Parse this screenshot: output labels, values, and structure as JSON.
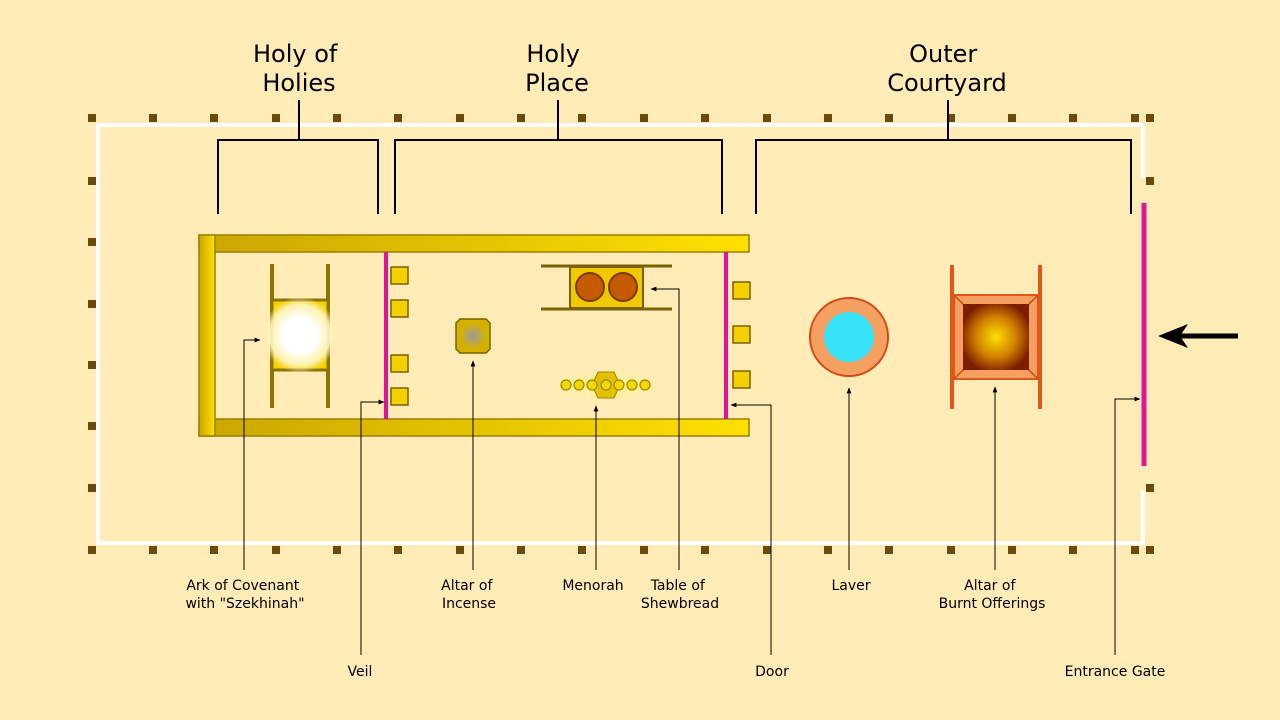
{
  "sections": {
    "holy_of_holies": [
      "Holy of",
      "Holies"
    ],
    "holy_place": [
      "Holy",
      "Place"
    ],
    "outer_courtyard": [
      "Outer",
      "Courtyard"
    ]
  },
  "labels": {
    "ark": [
      "Ark of Covenant",
      "with \"Szekhinah\""
    ],
    "veil": [
      "Veil"
    ],
    "incense_altar": [
      "Altar of",
      "Incense"
    ],
    "menorah": [
      "Menorah"
    ],
    "shewbread_table": [
      "Table of",
      "Shewbread"
    ],
    "door": [
      "Door"
    ],
    "laver": [
      "Laver"
    ],
    "burnt_offerings_altar": [
      "Altar of",
      "Burnt Offerings"
    ],
    "entrance_gate": [
      "Entrance Gate"
    ]
  },
  "colors": {
    "background": "#FFEBB5",
    "gold": "#D4B000",
    "gold_light": "#F8DA00",
    "curtain": "#E0149A",
    "post": "#6B4A0C",
    "laver_water": "#38E3FA",
    "laver_rim": "#F5A060",
    "altar_bronze": "#F07A1E"
  }
}
